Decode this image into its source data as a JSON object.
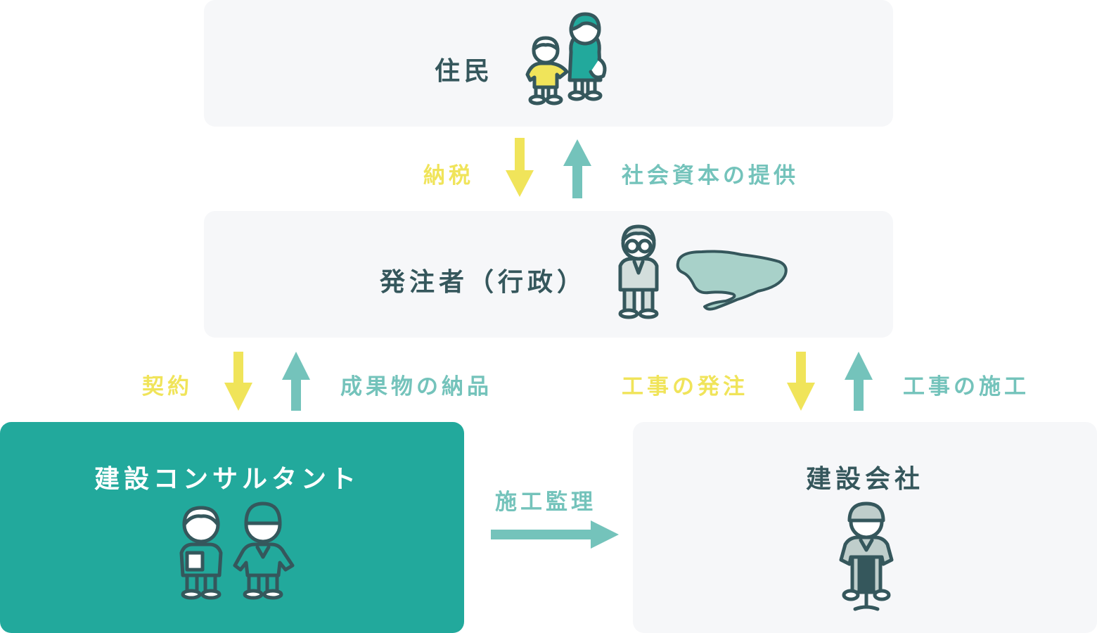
{
  "residents": {
    "title": "住民"
  },
  "flow_top": {
    "left_label": "納税",
    "right_label": "社会資本の提供"
  },
  "client": {
    "title": "発注者（行政）"
  },
  "flow_consultant": {
    "left_label": "契約",
    "right_label": "成果物の納品"
  },
  "flow_contractor": {
    "left_label": "工事の発注",
    "right_label": "工事の施工"
  },
  "consultant": {
    "title": "建設コンサルタント"
  },
  "supervision": {
    "label": "施工監理"
  },
  "contractor": {
    "title": "建設会社"
  },
  "colors": {
    "yellow": "#f0e45a",
    "teal": "#74c3bb",
    "consultant_bg": "#22a99c",
    "box_bg": "#f6f7f9",
    "text_dark": "#35575c"
  }
}
